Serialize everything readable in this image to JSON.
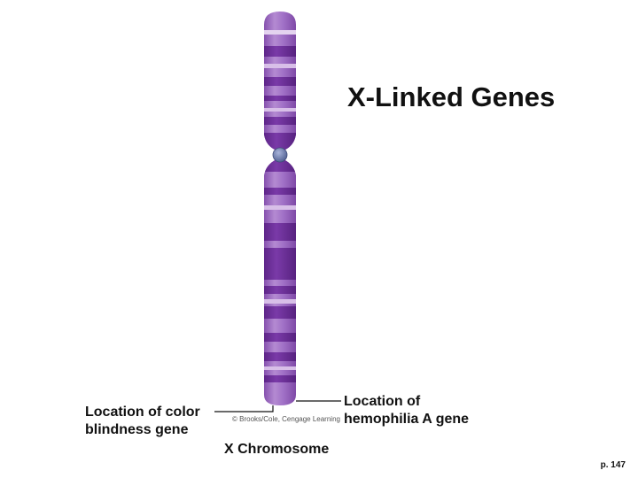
{
  "title": "X-Linked Genes",
  "labels": {
    "color_blindness": [
      "Location of color",
      "blindness gene"
    ],
    "hemophilia": [
      "Location of",
      "hemophilia A gene"
    ],
    "chromosome": "X Chromosome"
  },
  "credit": "© Brooks/Cole, Cengage Learning",
  "page_number": "p. 147",
  "colors": {
    "chromosome_body": "#9a64c0",
    "chromosome_band": "#6a2f96",
    "chromosome_light_band": "#c9a6de",
    "centromere": "#6f7fae"
  }
}
